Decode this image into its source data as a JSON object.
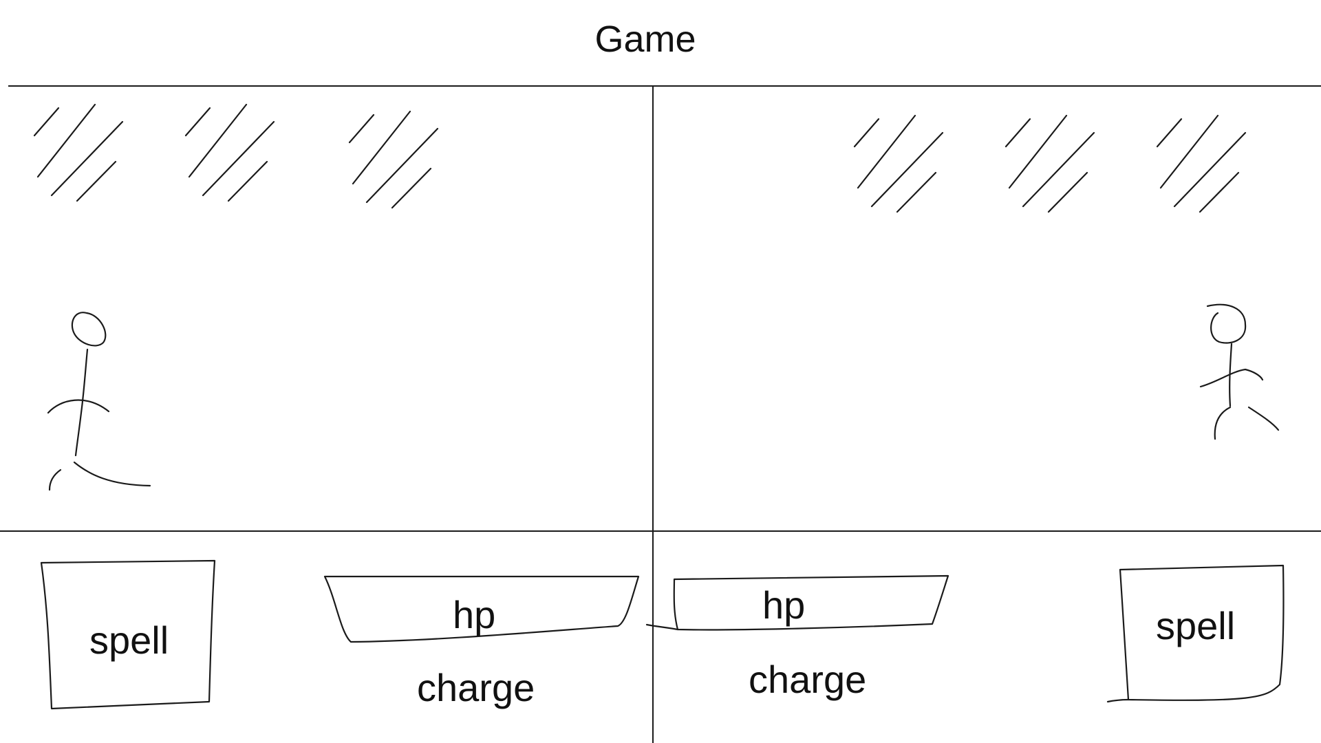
{
  "title": "Game",
  "players": {
    "left": {
      "spell_label": "spell",
      "hp_label": "hp",
      "charge_label": "charge"
    },
    "right": {
      "spell_label": "spell",
      "hp_label": "hp",
      "charge_label": "charge"
    }
  },
  "icons": {
    "rain_cloud": "rain-hatch-icon",
    "character": "stick-figure-icon"
  }
}
